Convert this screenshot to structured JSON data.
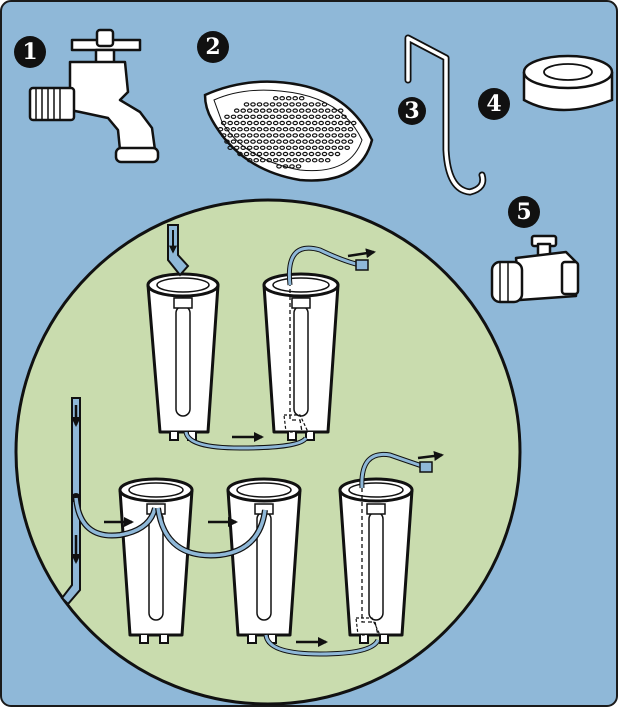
{
  "colors": {
    "background": "#8fb8d8",
    "panel_border": "#1a1a1a",
    "circle_fill": "#c9dcae",
    "hose": "#8fb8d8",
    "barrel": "#ffffff",
    "outline": "#111111"
  },
  "items": [
    {
      "number": "1",
      "icon": "faucet-spigot-icon"
    },
    {
      "number": "2",
      "icon": "mesh-screen-icon"
    },
    {
      "number": "3",
      "icon": "s-hook-icon"
    },
    {
      "number": "4",
      "icon": "teflon-tape-icon"
    },
    {
      "number": "5",
      "icon": "ball-valve-icon"
    }
  ],
  "diagram": {
    "top_configuration": "two-barrel-connection",
    "bottom_configuration": "three-barrel-connection"
  }
}
